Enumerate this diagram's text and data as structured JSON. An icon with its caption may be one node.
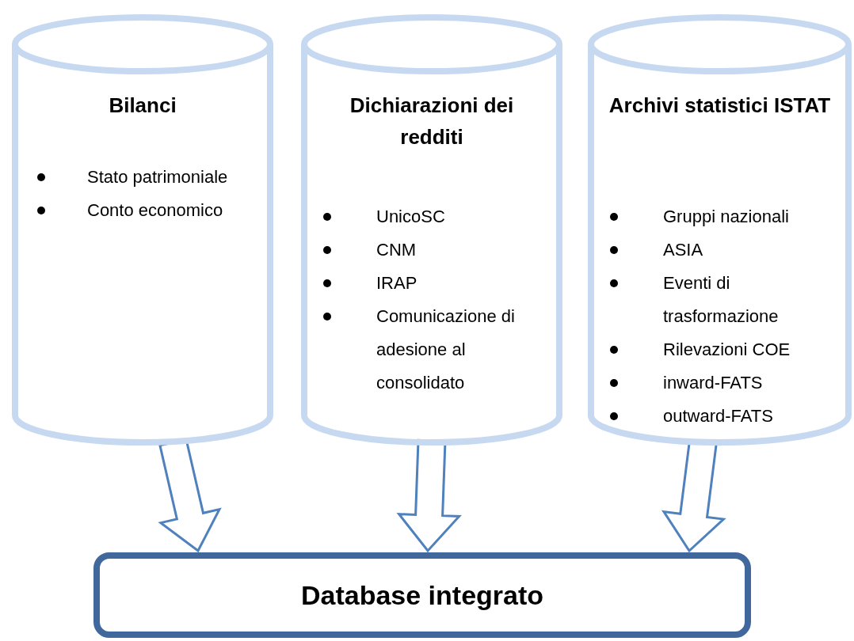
{
  "diagram": {
    "nodes": [
      {
        "text": [
          "Bilanci",
          "Stato patrimoniale",
          "Conto economico"
        ]
      },
      {
        "text": [
          "Dichiarazioni dei redditi",
          "UnicoSC",
          "CNM",
          "IRAP",
          "Comunicazione di adesione al consolidato"
        ]
      },
      {
        "text": [
          "Archivi statistici ISTAT",
          "Gruppi nazionali",
          "ASIA",
          "Eventi di trasformazione",
          "Rilevazioni COE",
          "inward-FATS",
          "outward-FATS"
        ]
      },
      {
        "text": [
          "Database integrato"
        ]
      }
    ],
    "edges": [
      {
        "from": 0,
        "to": 3,
        "arrow": "to"
      },
      {
        "from": 1,
        "to": 3,
        "arrow": "to"
      },
      {
        "from": 2,
        "to": 3,
        "arrow": "to"
      }
    ]
  }
}
